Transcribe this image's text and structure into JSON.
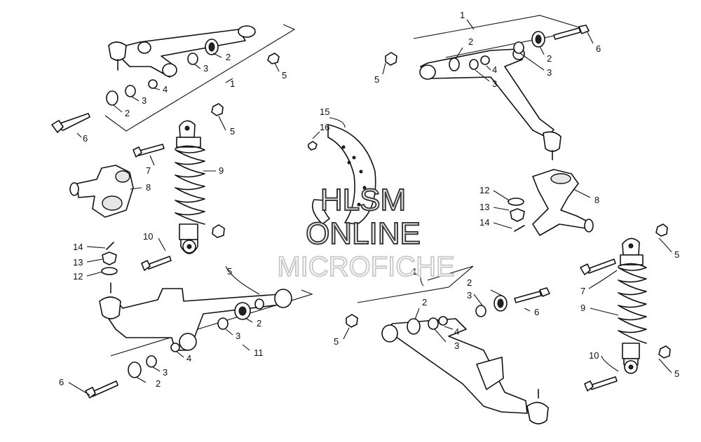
{
  "watermark": {
    "line1": "HLSM",
    "line2": "ONLINE",
    "line3": "MICROFICHE"
  },
  "callouts": {
    "c01": "1",
    "c02": "2",
    "c03": "3",
    "c04": "4",
    "c05": "2",
    "c06": "3",
    "c07": "3",
    "c08": "5",
    "c09": "6",
    "c10": "5",
    "c11": "7",
    "c12": "8",
    "c13": "9",
    "c14": "10",
    "c15": "14",
    "c16": "13",
    "c17": "12",
    "c18": "5",
    "c19": "2",
    "c20": "3",
    "c21": "4",
    "c22": "3",
    "c23": "2",
    "c24": "11",
    "c25": "6",
    "c26": "15",
    "c27": "16",
    "c28": "1",
    "c29": "2",
    "c30": "2",
    "c31": "4",
    "c32": "3",
    "c33": "3",
    "c34": "6",
    "c35": "5",
    "c36": "8",
    "c37": "12",
    "c38": "13",
    "c39": "14",
    "c40": "11",
    "c41": "2",
    "c42": "3",
    "c43": "2",
    "c44": "6",
    "c45": "4",
    "c46": "3",
    "c47": "5",
    "c48": "5",
    "c49": "7",
    "c50": "9",
    "c51": "10",
    "c52": "5"
  }
}
